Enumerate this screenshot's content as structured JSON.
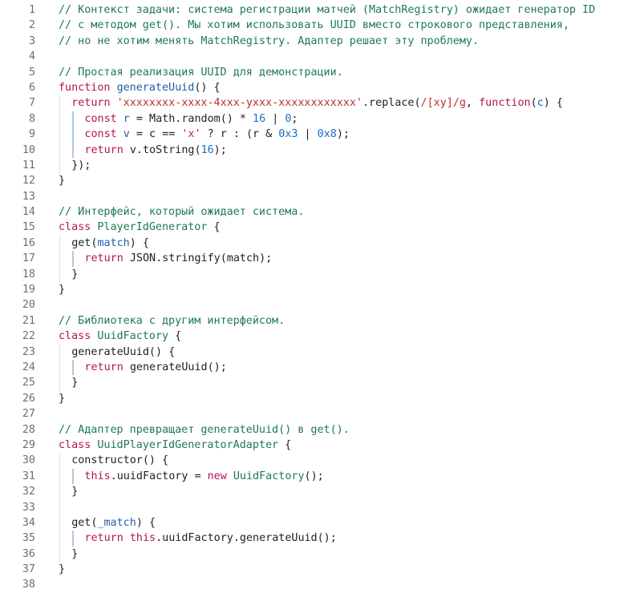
{
  "editor": {
    "language": "javascript",
    "colors": {
      "comment": "#1e7a4f",
      "keyword": "#b5125a",
      "function_name": "#1f5fa8",
      "string": "#b8322b",
      "number": "#1a6fc4",
      "class_name": "#1e7a4f",
      "line_number": "#6e6e6e",
      "indent_guide": "#d4dce6"
    },
    "lines": [
      {
        "n": "1",
        "indent": 0,
        "tokens": [
          [
            "c",
            "// Контекст задачи: система регистрации матчей (MatchRegistry) ожидает генератор ID"
          ]
        ]
      },
      {
        "n": "2",
        "indent": 0,
        "tokens": [
          [
            "c",
            "// с методом get(). Мы хотим использовать UUID вместо строкового представления,"
          ]
        ]
      },
      {
        "n": "3",
        "indent": 0,
        "tokens": [
          [
            "c",
            "// но не хотим менять MatchRegistry. Адаптер решает эту проблему."
          ]
        ]
      },
      {
        "n": "4",
        "indent": 0,
        "tokens": []
      },
      {
        "n": "5",
        "indent": 0,
        "tokens": [
          [
            "c",
            "// Простая реализация UUID для демонстрации."
          ]
        ]
      },
      {
        "n": "6",
        "indent": 0,
        "tokens": [
          [
            "k",
            "function"
          ],
          [
            "p",
            " "
          ],
          [
            "f",
            "generateUuid"
          ],
          [
            "p",
            "() {"
          ]
        ]
      },
      {
        "n": "7",
        "indent": 1,
        "tokens": [
          [
            "k",
            "return"
          ],
          [
            "p",
            " "
          ],
          [
            "s",
            "'xxxxxxxx-xxxx-4xxx-yxxx-xxxxxxxxxxxx'"
          ],
          [
            "p",
            ".replace("
          ],
          [
            "s",
            "/[xy]/g"
          ],
          [
            "p",
            ", "
          ],
          [
            "k",
            "function"
          ],
          [
            "p",
            "("
          ],
          [
            "a",
            "c"
          ],
          [
            "p",
            ") {"
          ]
        ]
      },
      {
        "n": "8",
        "indent": 2,
        "tokens": [
          [
            "k",
            "const"
          ],
          [
            "p",
            " "
          ],
          [
            "a",
            "r"
          ],
          [
            "p",
            " = Math.random() * "
          ],
          [
            "n",
            "16"
          ],
          [
            "p",
            " | "
          ],
          [
            "n",
            "0"
          ],
          [
            "p",
            ";"
          ]
        ]
      },
      {
        "n": "9",
        "indent": 2,
        "tokens": [
          [
            "k",
            "const"
          ],
          [
            "p",
            " "
          ],
          [
            "a",
            "v"
          ],
          [
            "p",
            " = c == "
          ],
          [
            "s",
            "'x'"
          ],
          [
            "p",
            " ? r : (r & "
          ],
          [
            "n",
            "0x3"
          ],
          [
            "p",
            " | "
          ],
          [
            "n",
            "0x8"
          ],
          [
            "p",
            ");"
          ]
        ]
      },
      {
        "n": "10",
        "indent": 2,
        "tokens": [
          [
            "k",
            "return"
          ],
          [
            "p",
            " v.toString("
          ],
          [
            "n",
            "16"
          ],
          [
            "p",
            ");"
          ]
        ]
      },
      {
        "n": "11",
        "indent": 1,
        "tokens": [
          [
            "p",
            "});"
          ]
        ]
      },
      {
        "n": "12",
        "indent": 0,
        "tokens": [
          [
            "p",
            "}"
          ]
        ]
      },
      {
        "n": "13",
        "indent": 0,
        "tokens": []
      },
      {
        "n": "14",
        "indent": 0,
        "tokens": [
          [
            "c",
            "// Интерфейс, который ожидает система."
          ]
        ]
      },
      {
        "n": "15",
        "indent": 0,
        "tokens": [
          [
            "k",
            "class"
          ],
          [
            "p",
            " "
          ],
          [
            "t",
            "PlayerIdGenerator"
          ],
          [
            "p",
            " {"
          ]
        ]
      },
      {
        "n": "16",
        "indent": 1,
        "tokens": [
          [
            "p",
            "get("
          ],
          [
            "a",
            "match"
          ],
          [
            "p",
            ") {"
          ]
        ]
      },
      {
        "n": "17",
        "indent": 2,
        "tokens": [
          [
            "k",
            "return"
          ],
          [
            "p",
            " JSON.stringify(match);"
          ]
        ]
      },
      {
        "n": "18",
        "indent": 1,
        "tokens": [
          [
            "p",
            "}"
          ]
        ]
      },
      {
        "n": "19",
        "indent": 0,
        "tokens": [
          [
            "p",
            "}"
          ]
        ]
      },
      {
        "n": "20",
        "indent": 0,
        "tokens": []
      },
      {
        "n": "21",
        "indent": 0,
        "tokens": [
          [
            "c",
            "// Библиотека с другим интерфейсом."
          ]
        ]
      },
      {
        "n": "22",
        "indent": 0,
        "tokens": [
          [
            "k",
            "class"
          ],
          [
            "p",
            " "
          ],
          [
            "t",
            "UuidFactory"
          ],
          [
            "p",
            " {"
          ]
        ]
      },
      {
        "n": "23",
        "indent": 1,
        "tokens": [
          [
            "p",
            "generateUuid() {"
          ]
        ]
      },
      {
        "n": "24",
        "indent": 2,
        "tokens": [
          [
            "k",
            "return"
          ],
          [
            "p",
            " generateUuid();"
          ]
        ]
      },
      {
        "n": "25",
        "indent": 1,
        "tokens": [
          [
            "p",
            "}"
          ]
        ]
      },
      {
        "n": "26",
        "indent": 0,
        "tokens": [
          [
            "p",
            "}"
          ]
        ]
      },
      {
        "n": "27",
        "indent": 0,
        "tokens": []
      },
      {
        "n": "28",
        "indent": 0,
        "tokens": [
          [
            "c",
            "// Адаптер превращает generateUuid() в get()."
          ]
        ]
      },
      {
        "n": "29",
        "indent": 0,
        "tokens": [
          [
            "k",
            "class"
          ],
          [
            "p",
            " "
          ],
          [
            "t",
            "UuidPlayerIdGeneratorAdapter"
          ],
          [
            "p",
            " {"
          ]
        ]
      },
      {
        "n": "30",
        "indent": 1,
        "tokens": [
          [
            "p",
            "constructor() {"
          ]
        ]
      },
      {
        "n": "31",
        "indent": 2,
        "tokens": [
          [
            "k",
            "this"
          ],
          [
            "p",
            ".uuidFactory = "
          ],
          [
            "k",
            "new"
          ],
          [
            "p",
            " "
          ],
          [
            "t",
            "UuidFactory"
          ],
          [
            "p",
            "();"
          ]
        ]
      },
      {
        "n": "32",
        "indent": 1,
        "tokens": [
          [
            "p",
            "}"
          ]
        ]
      },
      {
        "n": "33",
        "indent": 1,
        "tokens": []
      },
      {
        "n": "34",
        "indent": 1,
        "tokens": [
          [
            "p",
            "get("
          ],
          [
            "a",
            "_match"
          ],
          [
            "p",
            ") {"
          ]
        ]
      },
      {
        "n": "35",
        "indent": 2,
        "tokens": [
          [
            "k",
            "return"
          ],
          [
            "p",
            " "
          ],
          [
            "k",
            "this"
          ],
          [
            "p",
            ".uuidFactory.generateUuid();"
          ]
        ]
      },
      {
        "n": "36",
        "indent": 1,
        "tokens": [
          [
            "p",
            "}"
          ]
        ]
      },
      {
        "n": "37",
        "indent": 0,
        "tokens": [
          [
            "p",
            "}"
          ]
        ]
      },
      {
        "n": "38",
        "indent": 0,
        "tokens": []
      }
    ]
  }
}
